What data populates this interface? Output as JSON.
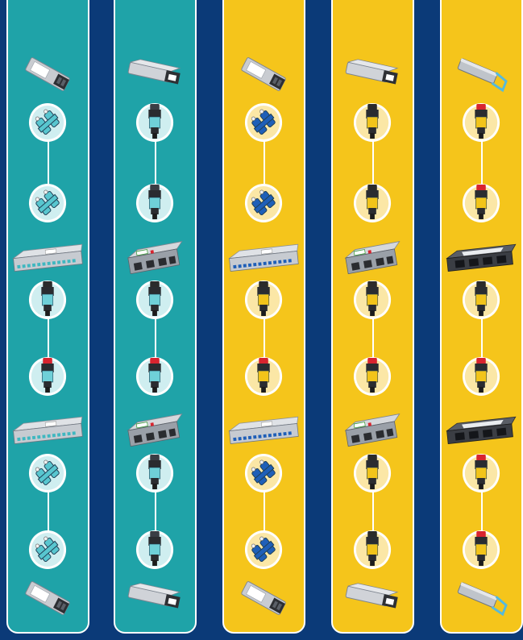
{
  "colors": {
    "background": "#0b3a78",
    "teal_panel": "#1fa3a8",
    "yellow_panel": "#f5c51b",
    "divider": "#ffffff"
  },
  "columns": [
    {
      "name": "column-1",
      "theme": "teal",
      "items": [
        "sfp-transceiver",
        "lc-duplex-connector",
        "lc-duplex-connector",
        "mpo-cassette",
        "mpo-connector",
        "mpo-connector-pinned",
        "mpo-cassette",
        "lc-duplex-connector",
        "lc-duplex-connector",
        "sfp-transceiver"
      ]
    },
    {
      "name": "column-2",
      "theme": "teal",
      "items": [
        "qsfp-transceiver",
        "mpo-connector-blue",
        "mpo-connector-blue",
        "hd-cassette",
        "mpo-connector",
        "mpo-connector-pinned",
        "hd-cassette",
        "mpo-connector-blue",
        "mpo-connector-blue",
        "qsfp-transceiver"
      ]
    },
    {
      "name": "column-3",
      "theme": "yellow",
      "items": [
        "sfp-transceiver",
        "lc-duplex-connector-blue",
        "lc-duplex-connector-blue",
        "mpo-cassette-blue",
        "mpo-connector-yellow",
        "mpo-connector-yellow-pinned",
        "mpo-cassette-blue",
        "lc-duplex-connector-blue",
        "lc-duplex-connector-blue",
        "sfp-transceiver"
      ]
    },
    {
      "name": "column-4",
      "theme": "yellow",
      "items": [
        "qsfp-transceiver",
        "mpo-connector-yellow",
        "mpo-connector-yellow",
        "hd-cassette",
        "mpo-connector-yellow",
        "mpo-connector-yellow-pinned",
        "hd-cassette",
        "mpo-connector-yellow",
        "mpo-connector-yellow",
        "qsfp-transceiver"
      ]
    },
    {
      "name": "column-5",
      "theme": "yellow",
      "items": [
        "cfp-transceiver",
        "mpo-connector-yellow-red",
        "mpo-connector-yellow-red",
        "adapter-frame",
        "mpo-connector-yellow",
        "mpo-connector-yellow-pinned",
        "adapter-frame",
        "mpo-connector-yellow-red",
        "mpo-connector-yellow-red",
        "cfp-transceiver"
      ]
    }
  ]
}
